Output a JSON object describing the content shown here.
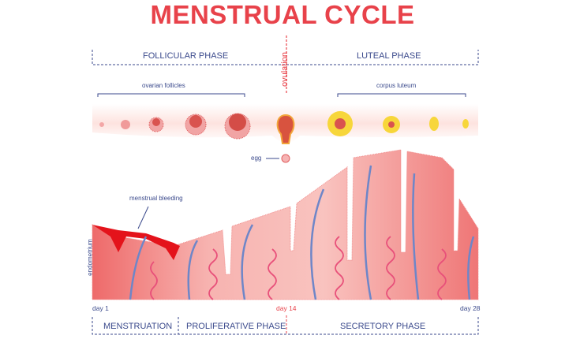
{
  "title": "MENSTRUAL CYCLE",
  "top_phases": {
    "follicular": "FOLLICULAR PHASE",
    "luteal": "LUTEAL PHASE"
  },
  "ovulation_label": "ovulation",
  "ovary": {
    "follicles_label": "ovarian follicles",
    "corpus_luteum_label": "corpus luteum",
    "egg_label": "egg"
  },
  "endometrium": {
    "label": "endometrium",
    "bleeding_label": "menstrual bleeding"
  },
  "days": {
    "start": "day 1",
    "mid": "day 14",
    "end": "day 28"
  },
  "bottom_phases": {
    "menstruation": "MENSTRUATION",
    "proliferative": "PROLIFERATIVE PHASE",
    "secretory": "SECRETORY PHASE"
  },
  "colors": {
    "title": "#e8424a",
    "text": "#3b4a8c",
    "tissue": "#f4a3a3",
    "vessel": "#6e86c8",
    "artery": "#e8507a",
    "blood": "#e4131b",
    "luteum": "#f7d63a"
  }
}
